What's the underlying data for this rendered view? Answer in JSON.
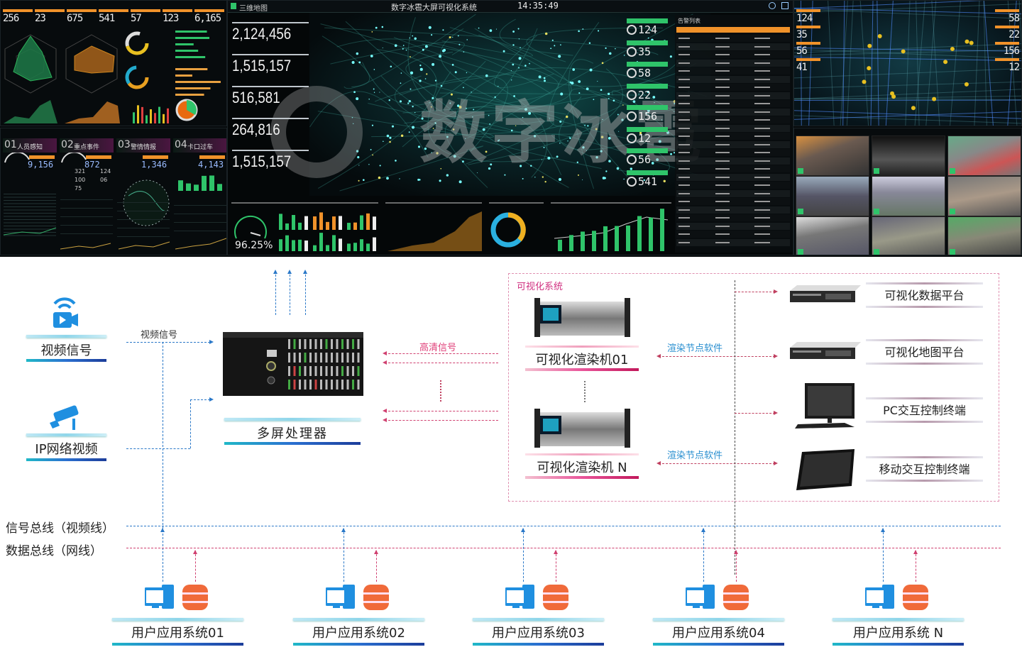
{
  "dashboard": {
    "center_title": "数字冰雹大屏可视化系统",
    "time": "14:35:49",
    "map_tab": "三维地图",
    "watermark": "数字冰雹",
    "top_stats": [
      "256",
      "23",
      "675",
      "541",
      "57",
      "123",
      "6,165"
    ],
    "left_metrics": [
      "2,124,456",
      "1,515,157",
      "516,581",
      "264,816",
      "1,515,157"
    ],
    "right_stats": [
      "124",
      "35",
      "58",
      "22",
      "156",
      "12",
      "56",
      "541"
    ],
    "alarm_list_title": "告警列表",
    "gauge_value": "96.25%",
    "modules": [
      {
        "index": "01",
        "title": "人员感知",
        "value": "9,156"
      },
      {
        "index": "02",
        "title": "重点事件",
        "value": "872"
      },
      {
        "index": "03",
        "title": "警情情报",
        "value": "1,346"
      },
      {
        "index": "04",
        "title": "卡口过车",
        "value": "4,143"
      }
    ],
    "event_counts": [
      "321",
      "124",
      "100",
      "06",
      "75"
    ],
    "map_left_stats": [
      "124",
      "35",
      "56",
      "41"
    ],
    "map_right_stats": [
      "58",
      "22",
      "156",
      "12"
    ],
    "colors": {
      "accent_green": "#2fc46a",
      "accent_orange": "#f0922a",
      "bg": "#05080a"
    }
  },
  "diagram": {
    "inputs": {
      "video_signal": "视频信号",
      "ip_video": "IP网络视频",
      "video_signal_link": "视频信号"
    },
    "processor": "多屏处理器",
    "hd_signal": "高清信号",
    "vis_system": {
      "title": "可视化系统",
      "render_01": "可视化渲染机01",
      "render_n": "可视化渲染机 N",
      "render_software": "渲染节点软件",
      "platforms": [
        "可视化数据平台",
        "可视化地图平台",
        "PC交互控制终端",
        "移动交互控制终端"
      ]
    },
    "buses": {
      "signal": "信号总线（视频线）",
      "data": "数据总线（网线）"
    },
    "user_systems": [
      "用户应用系统01",
      "用户应用系统02",
      "用户应用系统03",
      "用户应用系统04",
      "用户应用系统 N"
    ],
    "colors": {
      "blue": "#1f8fe0",
      "pink": "#e0407a",
      "orange": "#f06a3a"
    }
  }
}
